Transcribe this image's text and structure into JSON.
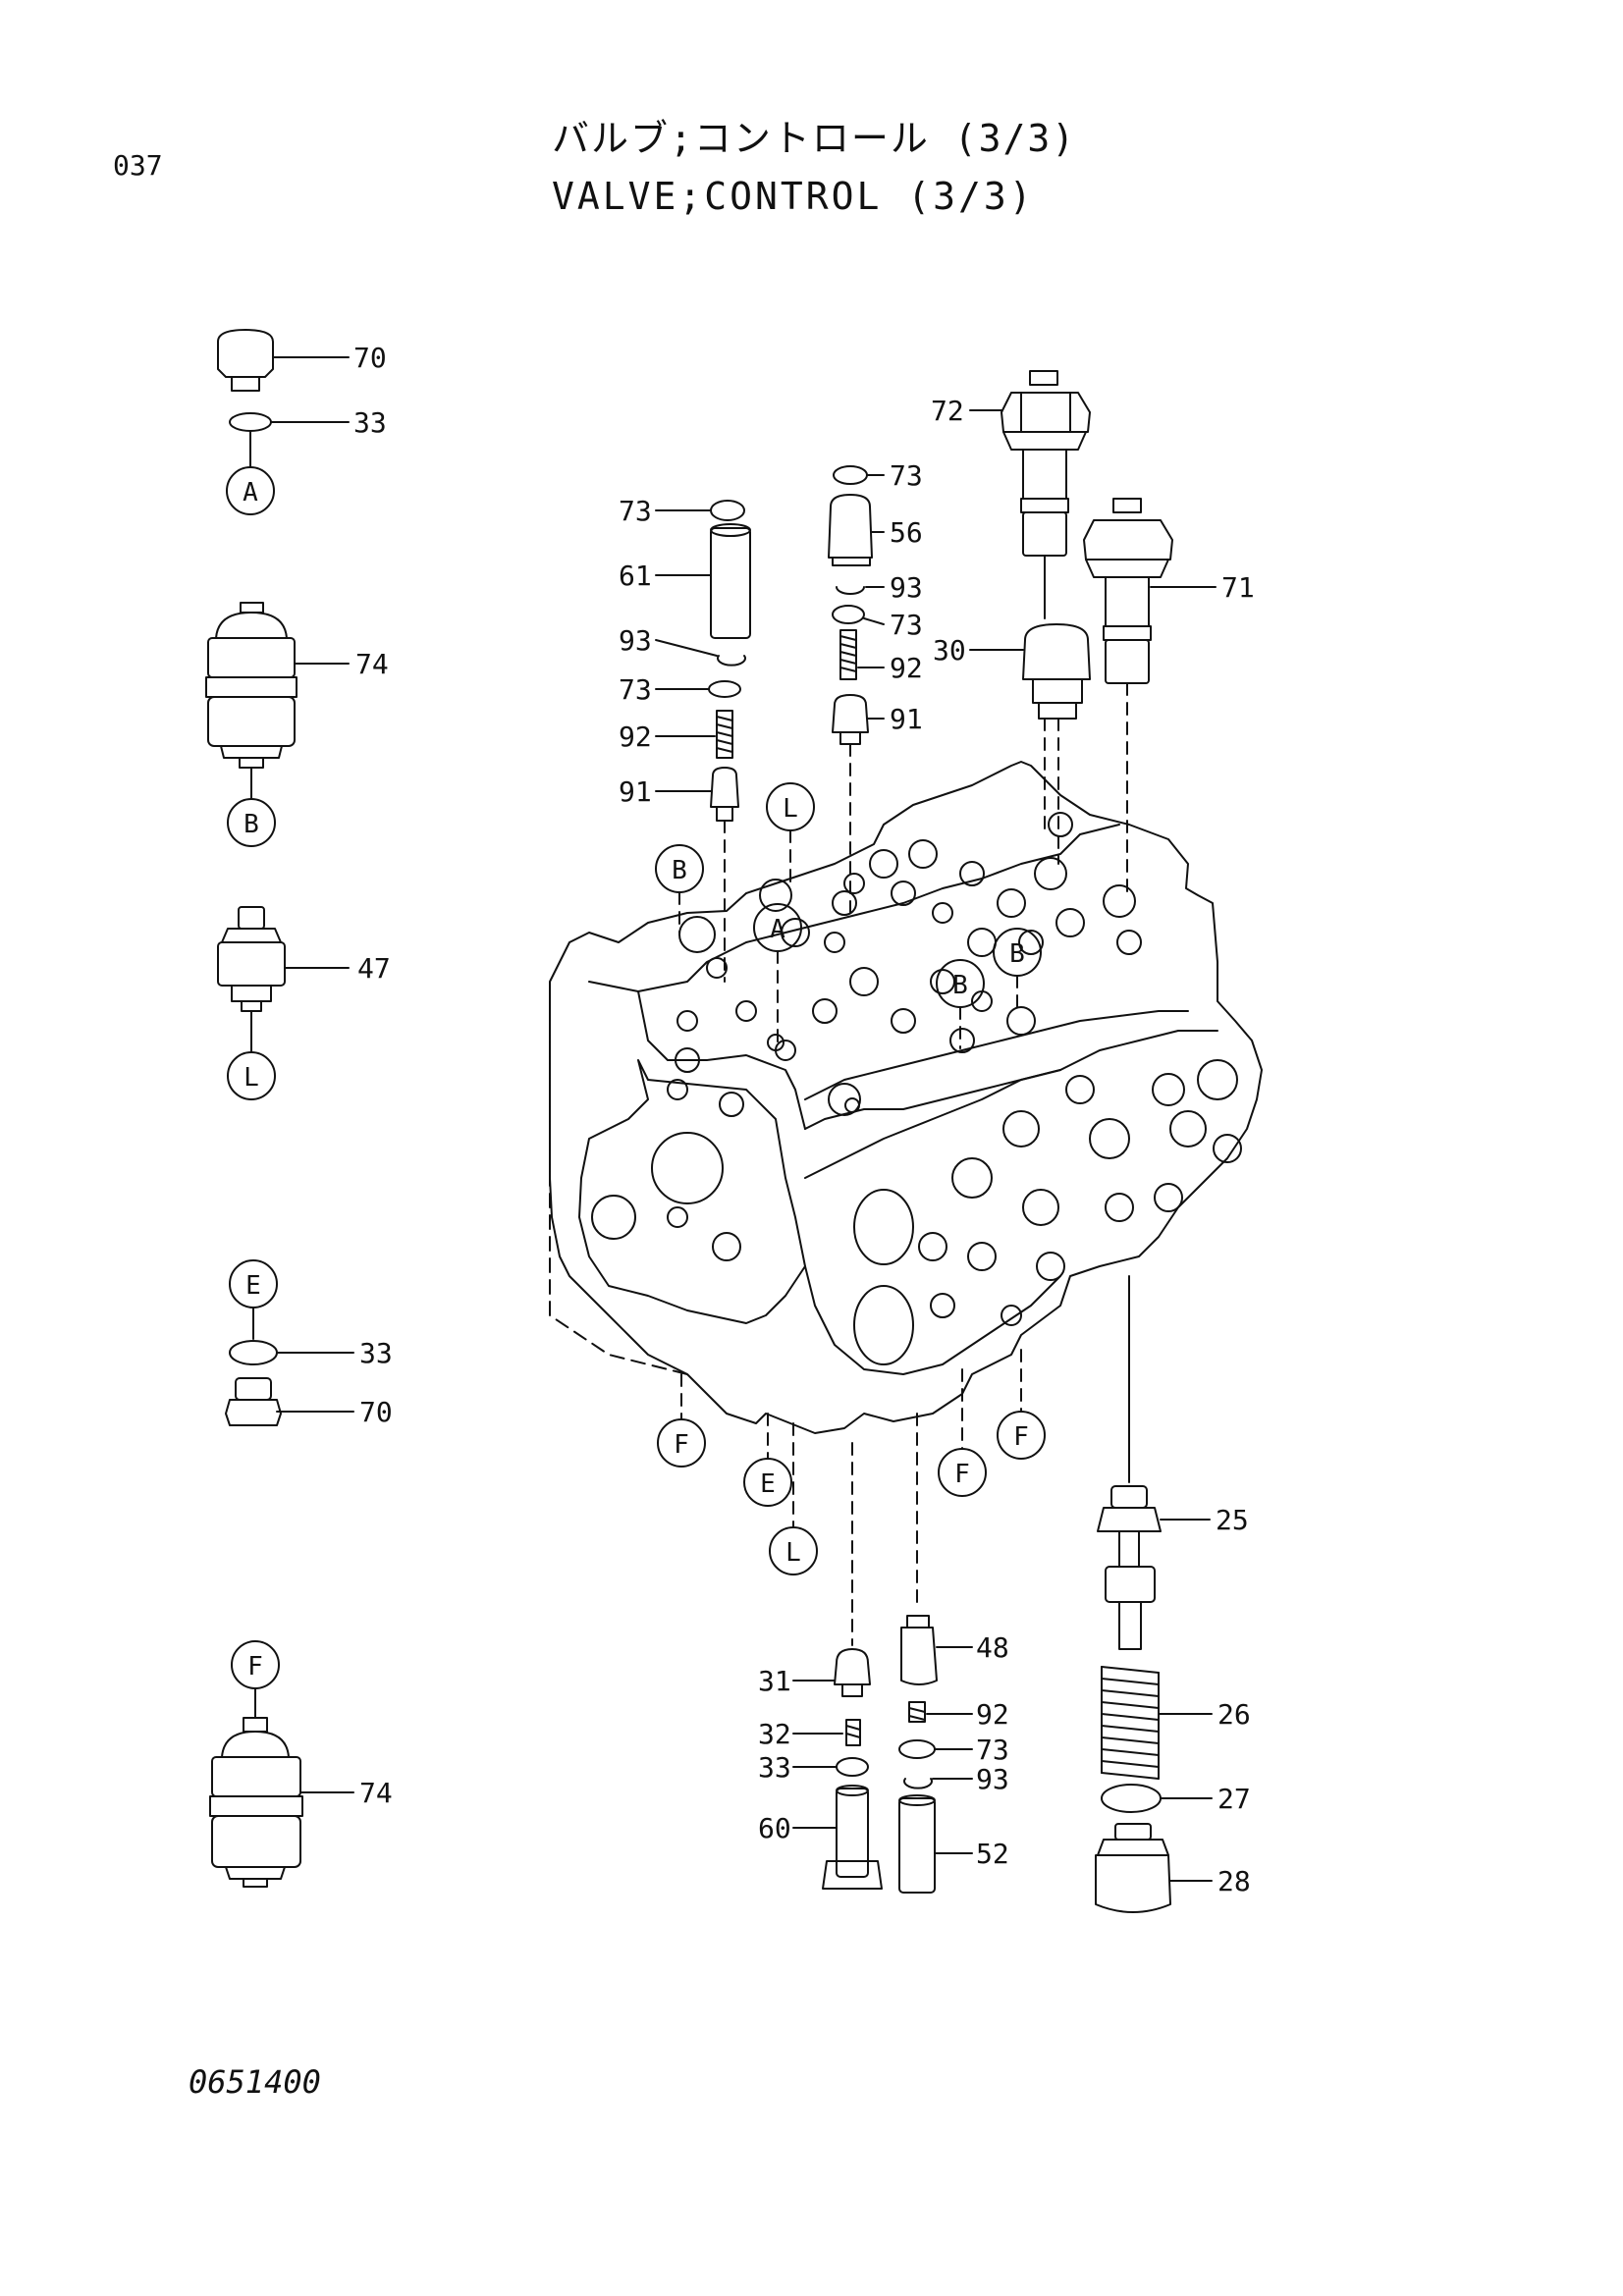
{
  "header": {
    "page_number": "037",
    "title_jp": "バルブ;コントロール (3/3)",
    "title_en": "VALVE;CONTROL (3/3)"
  },
  "footer": {
    "drawing_id": "0651400"
  },
  "callouts": {
    "c70a": "70",
    "c33a": "33",
    "c74a": "74",
    "c47": "47",
    "c33b": "33",
    "c70b": "70",
    "c74b": "74",
    "c73a": "73",
    "c61": "61",
    "c93a": "93",
    "c73b": "73",
    "c92a": "92",
    "c91a": "91",
    "c73c": "73",
    "c56": "56",
    "c93b": "93",
    "c73d": "73",
    "c92b": "92",
    "c91b": "91",
    "c72": "72",
    "c71": "71",
    "c30": "30",
    "c25": "25",
    "c26": "26",
    "c27": "27",
    "c28": "28",
    "c31": "31",
    "c32": "32",
    "c33c": "33",
    "c60": "60",
    "c48": "48",
    "c92c": "92",
    "c73e": "73",
    "c93c": "93",
    "c52": "52"
  },
  "connectors": {
    "A1": "A",
    "B1": "B",
    "L1": "L",
    "E1": "E",
    "F1": "F",
    "Lb": "L",
    "Bb": "B",
    "Ab": "A",
    "Bc": "B",
    "Bd": "B",
    "Fa": "F",
    "Eb": "E",
    "Lc": "L",
    "Fb": "F",
    "Fc": "F"
  }
}
